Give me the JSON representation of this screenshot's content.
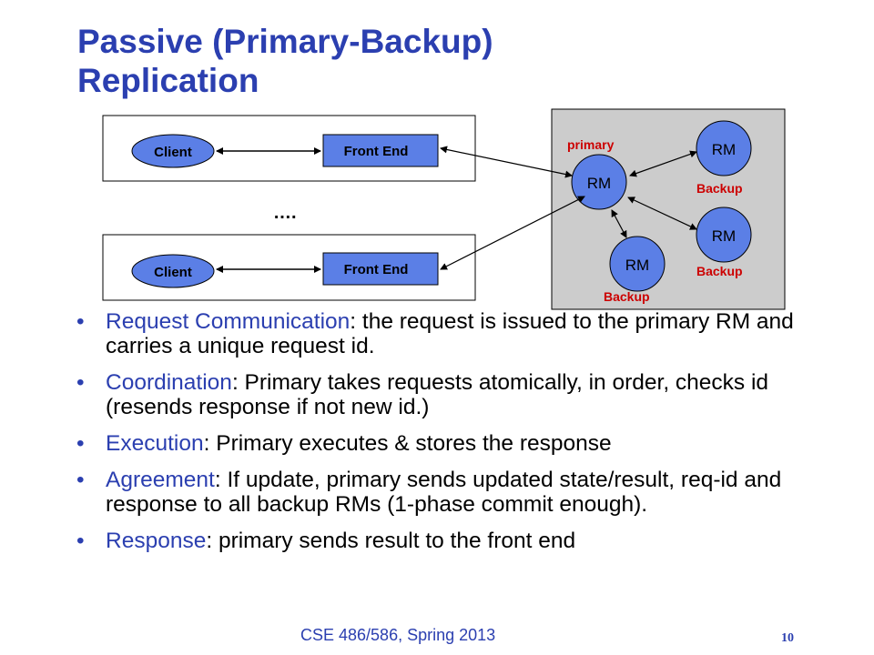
{
  "title": {
    "line1": "Passive (Primary-Backup)",
    "line2": "Replication"
  },
  "diagram": {
    "client_label": "Client",
    "front_end_label": "Front End",
    "ellipsis": "….",
    "primary_label": "primary",
    "rm_label": "RM",
    "backup_label": "Backup"
  },
  "bullets": [
    {
      "term": "Request Communication",
      "text": ": the request is issued to the primary RM and carries a unique request id."
    },
    {
      "term": "Coordination",
      "text": ": Primary takes requests atomically, in order, checks id (resends response if not new id.)"
    },
    {
      "term": "Execution",
      "text": ": Primary executes & stores the response"
    },
    {
      "term": "Agreement",
      "text": ": If update, primary sends updated state/result, req-id and response to all backup RMs (1-phase commit enough)."
    },
    {
      "term": "Response",
      "text": ": primary sends result to the front end"
    }
  ],
  "bullet_char": "•",
  "footer": "CSE 486/586, Spring 2013",
  "page_number": "10",
  "colors": {
    "title": "#2b3fb0",
    "node_fill": "#5b7fe6",
    "backup_text": "#cc0000",
    "server_box": "#cccccc"
  }
}
